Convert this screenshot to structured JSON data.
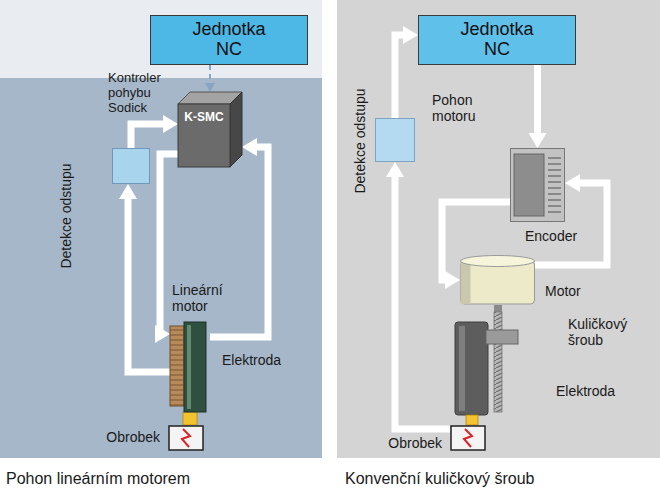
{
  "diagram": {
    "nodes": [
      {
        "text": [
          "Pohon lineárním motorem"
        ]
      },
      {
        "text": [
          "Jednotka NC"
        ],
        "in": 0
      },
      {
        "text": [
          "Kontroler pohybu Sodick",
          "K-SMC"
        ],
        "in": 0
      },
      {
        "text": [
          "Detekce odstupu"
        ],
        "in": 0
      },
      {
        "text": [
          "Lineární motor"
        ],
        "in": 0
      },
      {
        "text": [
          "Obrobek"
        ],
        "in": 0
      },
      {
        "text": [
          "Konvenční kuličkový šroub"
        ]
      },
      {
        "text": [
          "Jednotka NC"
        ],
        "in": 6
      },
      {
        "text": [
          "Pohon motoru"
        ],
        "in": 6
      },
      {
        "text": [
          "Detekce odstupu"
        ],
        "in": 6
      },
      {
        "text": [
          "Motor"
        ],
        "in": 6
      },
      {
        "text": [
          "Obrobek"
        ],
        "in": 6
      }
    ],
    "edges": [
      {
        "from": 1,
        "to": 2,
        "arrow": "to"
      },
      {
        "from": 3,
        "to": 2,
        "arrow": "to"
      },
      {
        "from": 4,
        "to": 3,
        "arrow": "to"
      },
      {
        "from": 2,
        "to": 4,
        "arrow": "to"
      },
      {
        "from": 4,
        "to": 2,
        "arrow": "to"
      },
      {
        "from": 7,
        "to": 8,
        "arrow": "to"
      },
      {
        "from": 8,
        "to": 10,
        "arrow": "to"
      },
      {
        "from": 10,
        "to": 8,
        "arrow": "to"
      },
      {
        "from": 11,
        "to": 9,
        "arrow": "to"
      },
      {
        "from": 9,
        "to": 7,
        "arrow": "to"
      }
    ],
    "labels": [
      "Elektroda",
      "Encoder",
      "Kuličkový šroub",
      "Elektroda"
    ]
  }
}
